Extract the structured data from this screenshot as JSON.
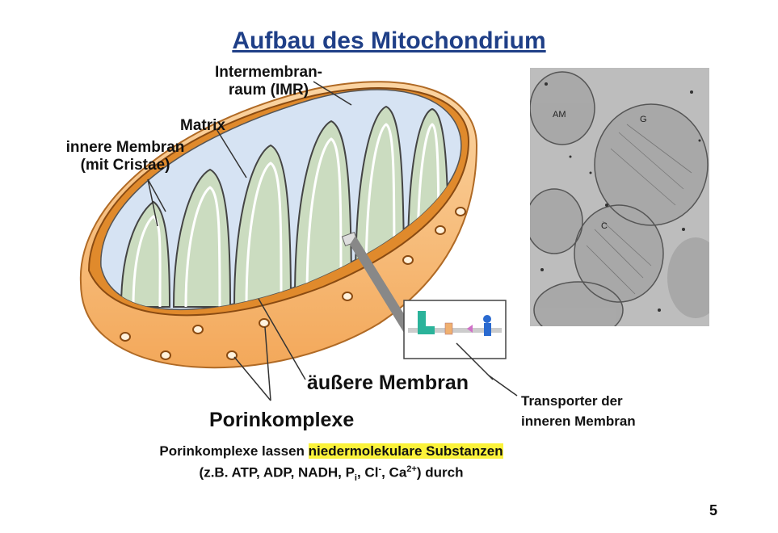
{
  "title": "Aufbau des Mitochondrium",
  "labels": {
    "imr_line1": "Intermembran-",
    "imr_line2": "raum (IMR)",
    "matrix": "Matrix",
    "inner_line1": "innere Membran",
    "inner_line2": "(mit Cristae)",
    "outer": "äußere Membran",
    "porin": "Porinkomplexe",
    "transporter_line1": "Transporter der",
    "transporter_line2": "inneren Membran"
  },
  "caption": {
    "line1_pre": "Porinkomplexe lassen ",
    "line1_highlight": "niedermolekulare Substanzen",
    "line2": "(z.B. ATP, ADP, NADH, P",
    "line2_sub": "i",
    "line2_b": ", Cl",
    "line2_sup1": "-",
    "line2_c": ", Ca",
    "line2_sup2": "2+",
    "line2_d": ") durch"
  },
  "micrograph_labels": {
    "am": "AM",
    "g": "G",
    "c": "C"
  },
  "page_number": "5",
  "colors": {
    "title": "#1f3f87",
    "outer_membrane": "#f6b26b",
    "highlight": "#fbf23a"
  }
}
